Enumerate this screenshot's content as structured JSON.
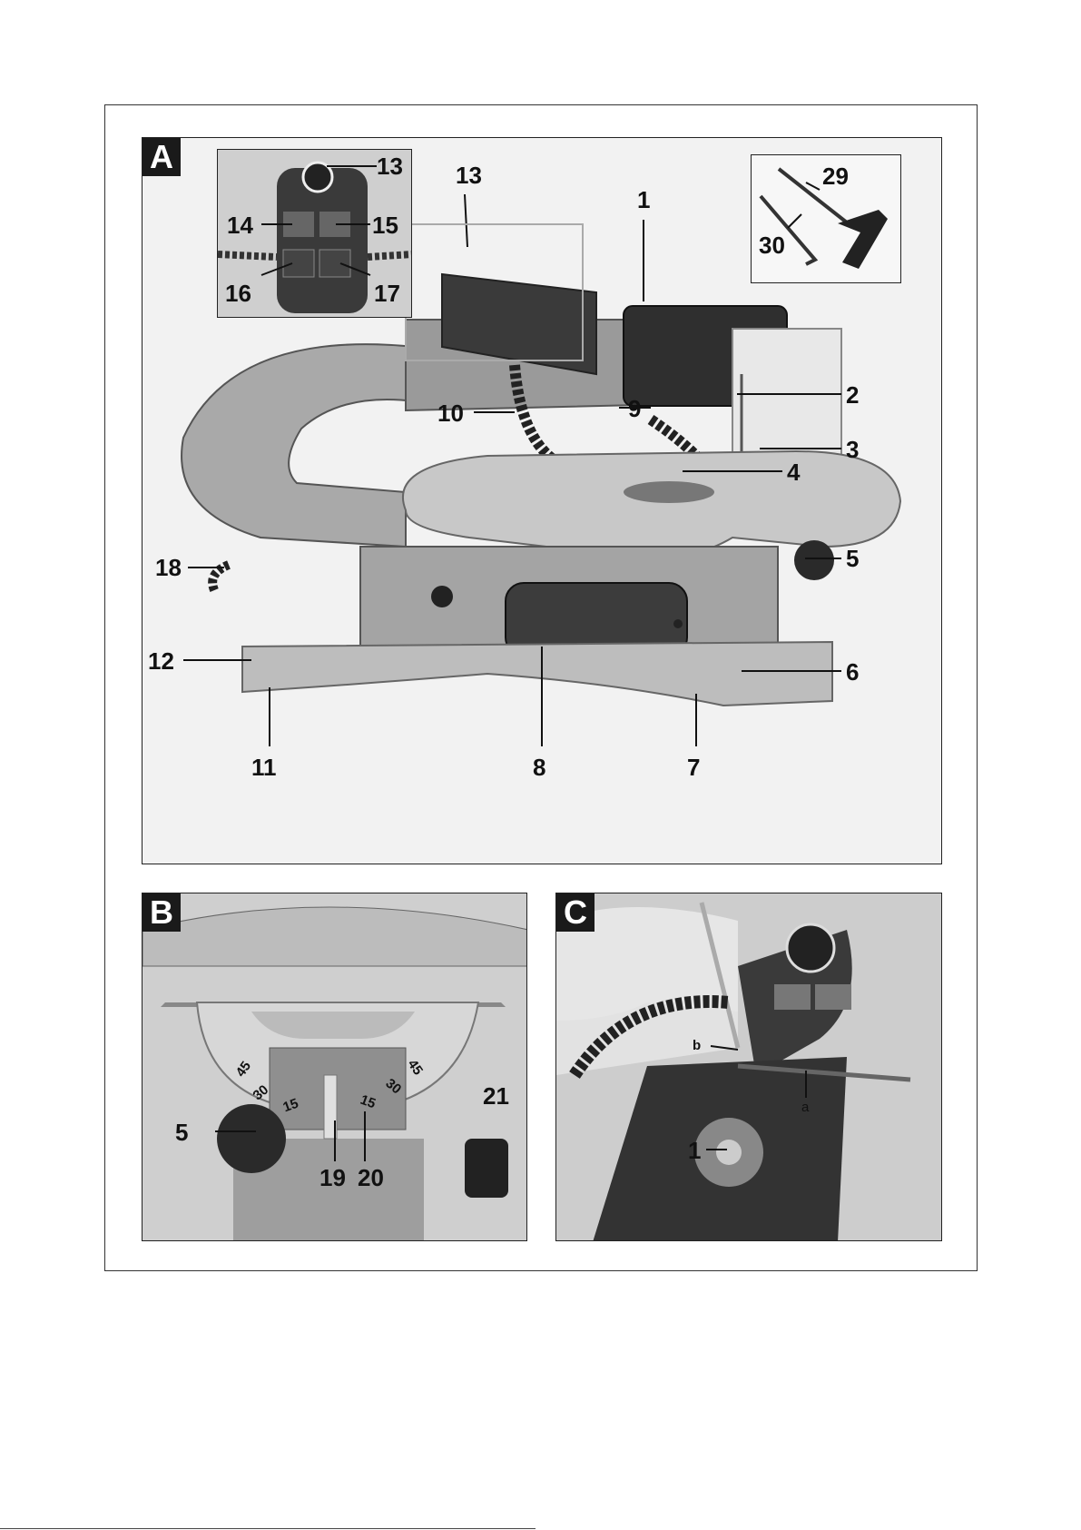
{
  "panels": {
    "a": {
      "tag": "A",
      "inset_controls": {
        "labels": [
          "13",
          "14",
          "15",
          "16",
          "17"
        ]
      },
      "inset_tools": {
        "labels": [
          "29",
          "30"
        ]
      },
      "labels": [
        "13",
        "1",
        "2",
        "3",
        "4",
        "5",
        "6",
        "7",
        "8",
        "9",
        "10",
        "11",
        "12",
        "18"
      ]
    },
    "b": {
      "tag": "B",
      "labels": [
        "5",
        "19",
        "20",
        "21"
      ],
      "scale": [
        "45",
        "30",
        "15",
        "15",
        "30",
        "45"
      ]
    },
    "c": {
      "tag": "C",
      "labels": [
        "1"
      ],
      "letters": [
        "b",
        "a"
      ]
    }
  }
}
